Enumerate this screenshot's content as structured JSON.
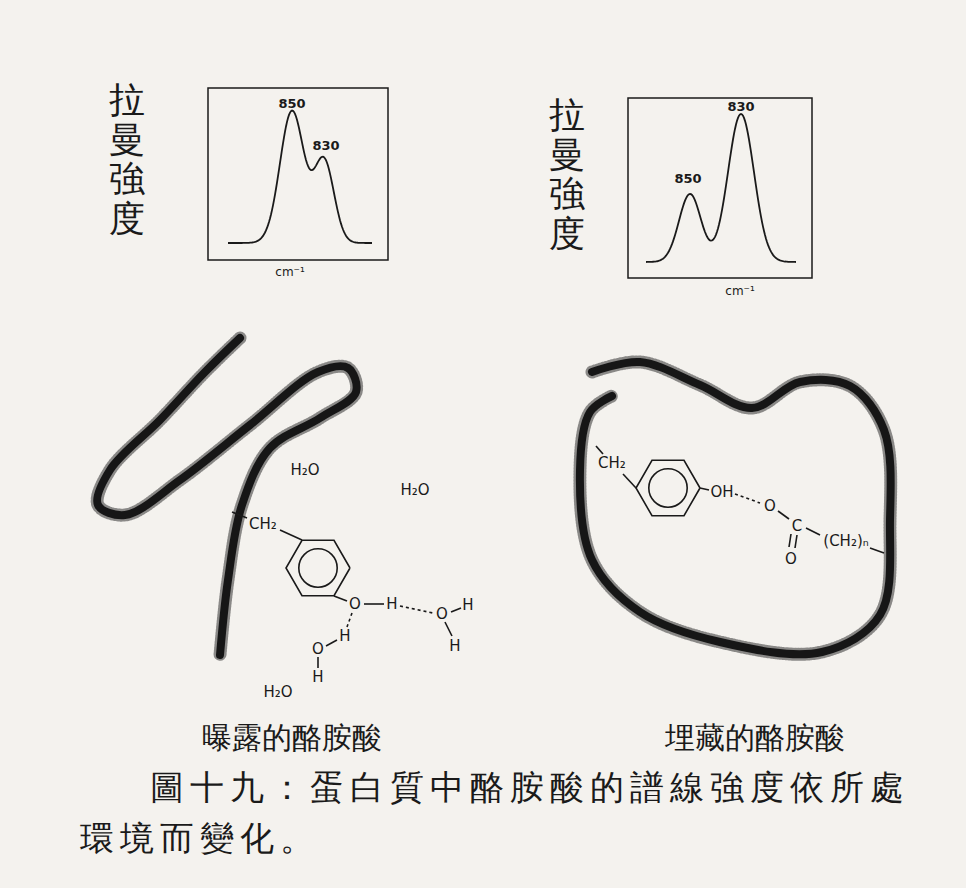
{
  "diagram": {
    "caption": "圖十九：蛋白質中酪胺酸的譜線強度依所處環境而變化。",
    "labels": [
      "拉曼強度",
      "850",
      "830",
      "cm⁻¹",
      "拉曼強度",
      "850",
      "830",
      "cm⁻¹",
      "H₂O",
      "H₂O",
      "CH₂",
      "O",
      "H",
      "O",
      "H",
      "H",
      "H",
      "O",
      "H",
      "H₂O",
      "CH₂",
      "OH",
      "O",
      "C",
      "O",
      "(CH₂)ₙ",
      "曝露的酪胺酸",
      "埋藏的酪胺酸"
    ]
  }
}
